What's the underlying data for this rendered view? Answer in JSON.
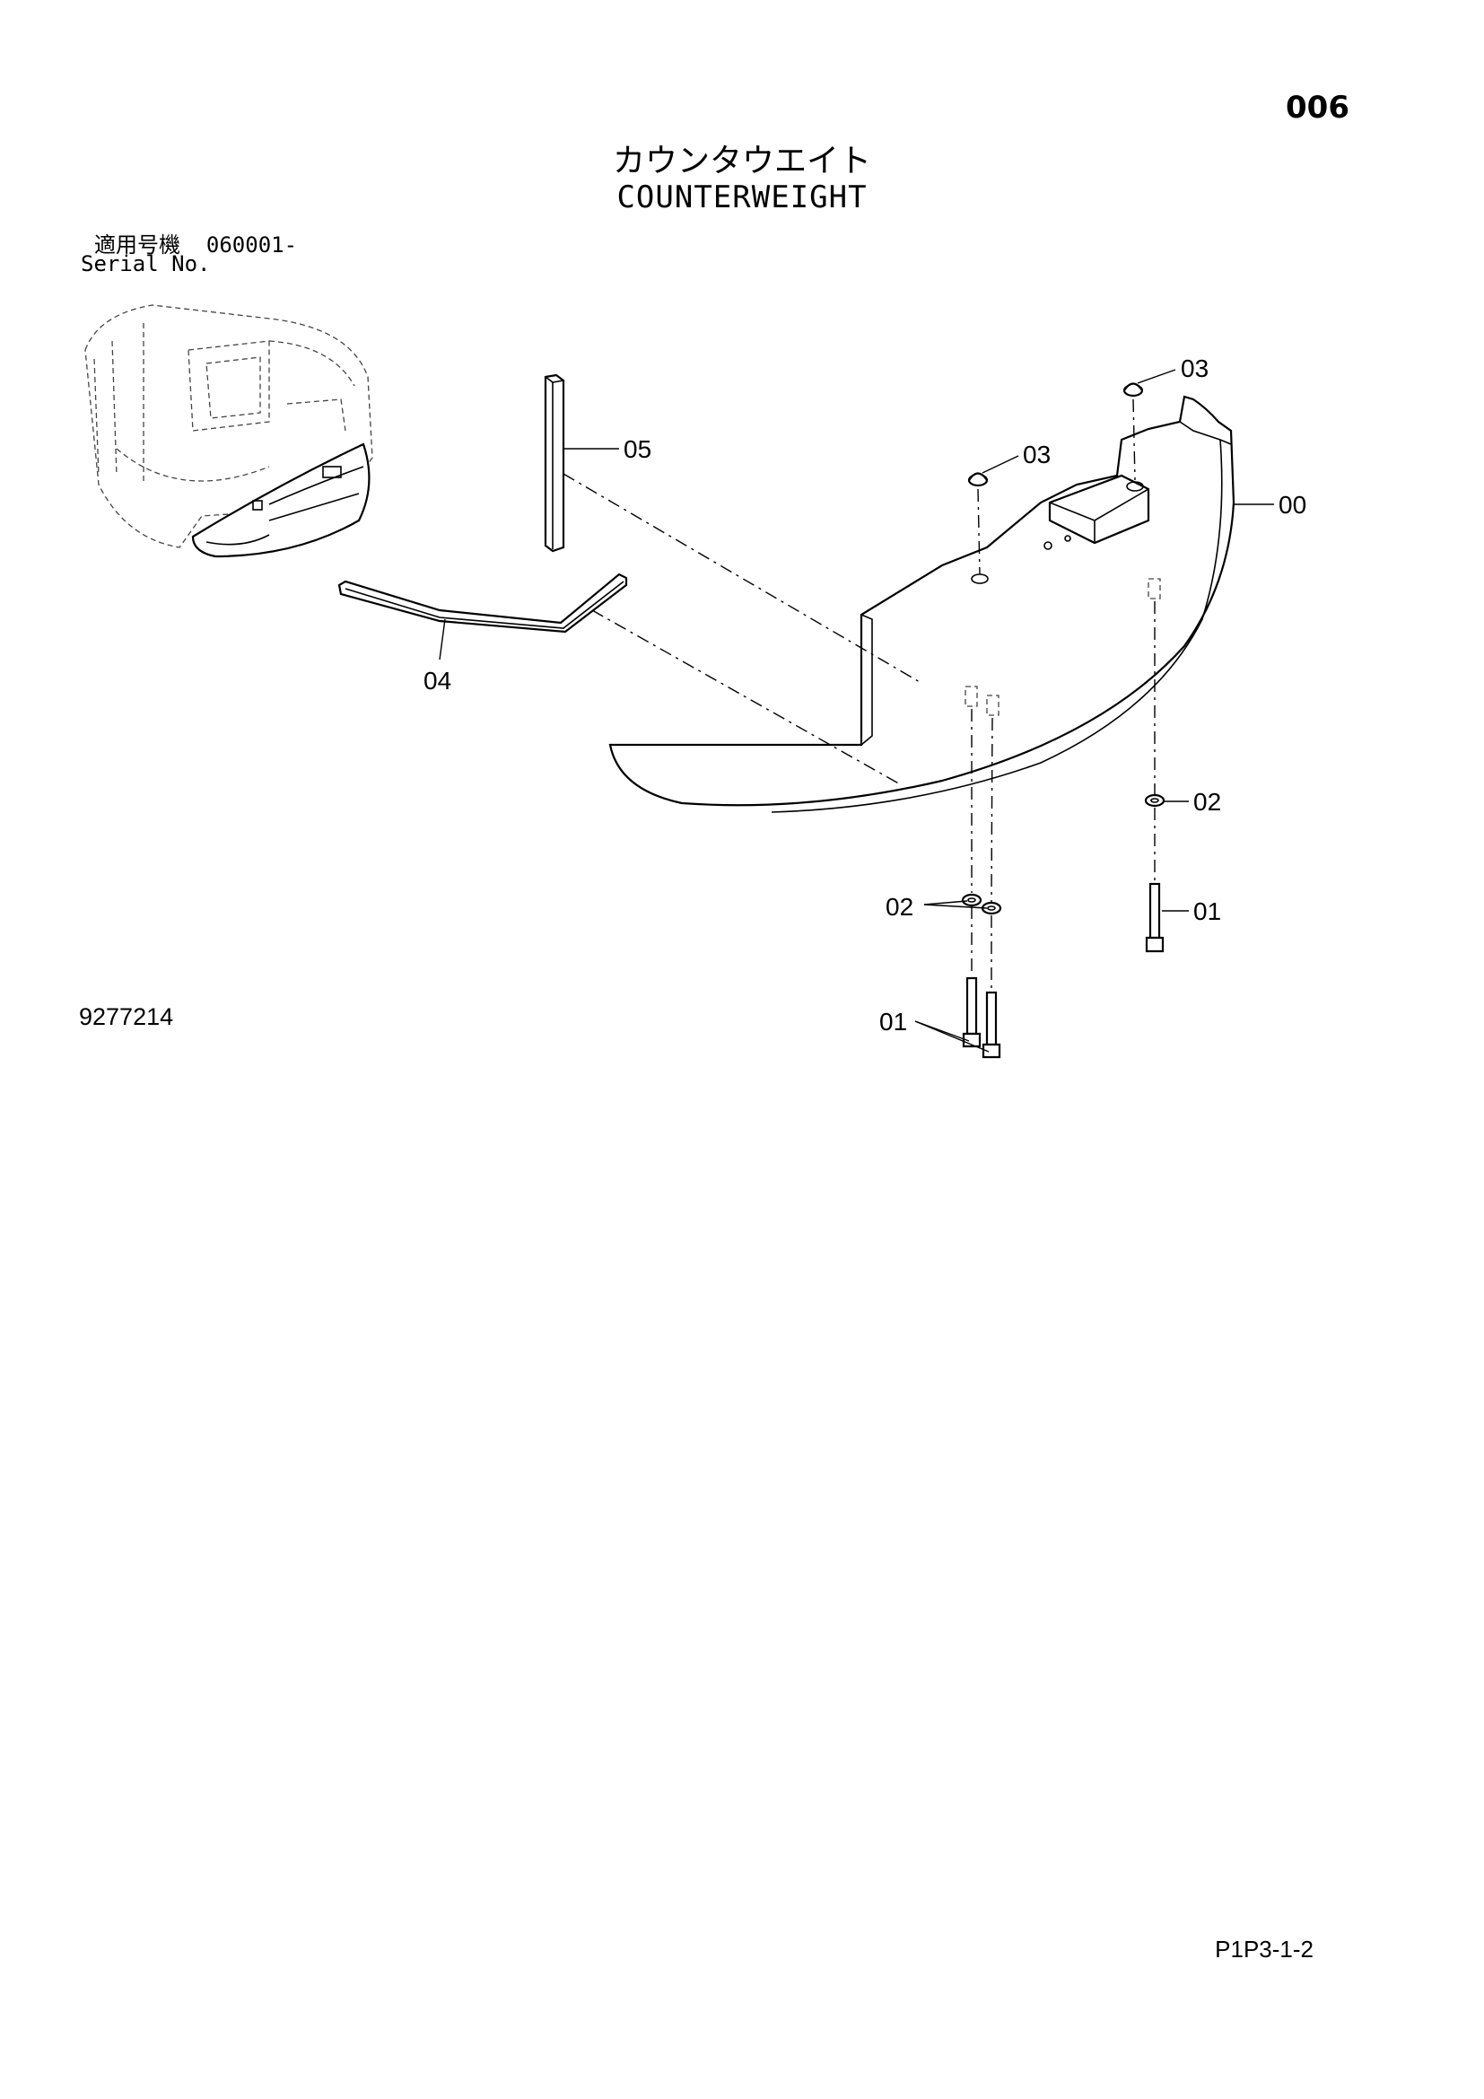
{
  "header": {
    "page_number": "006",
    "title_jp": "カウンタウエイト",
    "title_en": "COUNTERWEIGHT"
  },
  "serial": {
    "label_jp": "適用号機",
    "range": "060001-",
    "label_en": "Serial No."
  },
  "callouts": {
    "c00": "00",
    "c01a": "01",
    "c01b": "01",
    "c02a": "02",
    "c02b": "02",
    "c03a": "03",
    "c03b": "03",
    "c04": "04",
    "c05": "05"
  },
  "footer": {
    "drawing_number": "9277214",
    "page_ref": "P1P3-1-2"
  }
}
